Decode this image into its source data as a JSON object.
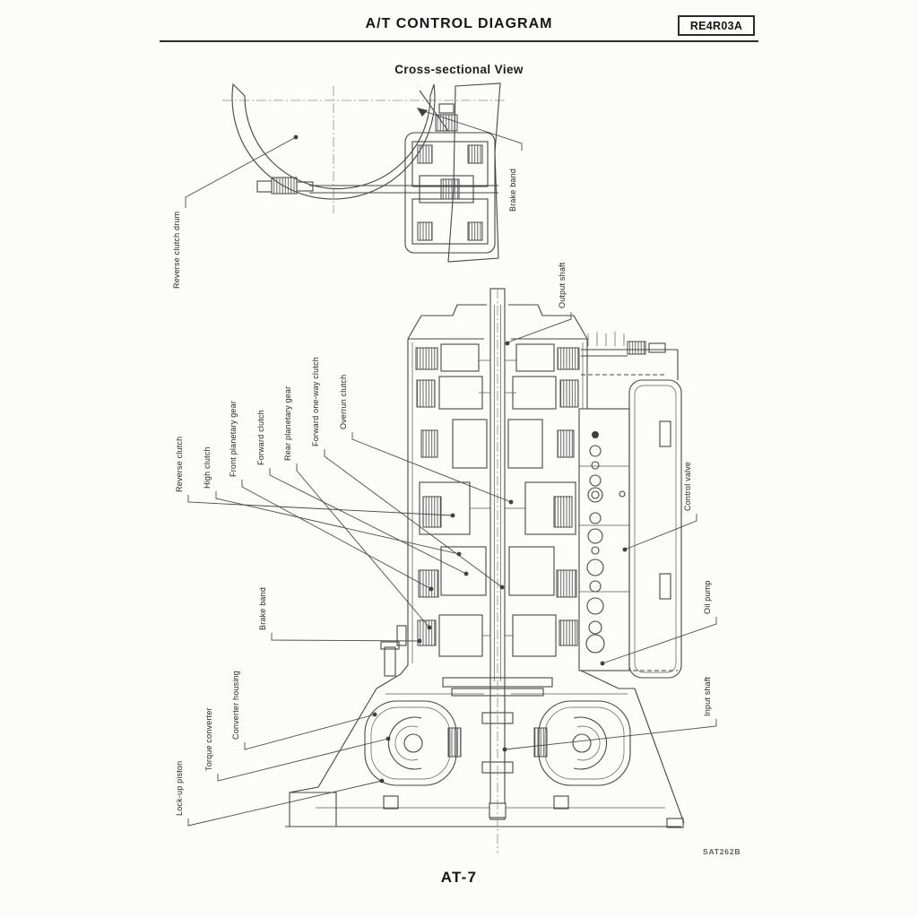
{
  "page": {
    "title": "A/T CONTROL DIAGRAM",
    "model_code": "RE4R03A",
    "figure_title": "Cross-sectional View",
    "figure_ref": "SAT262B",
    "page_number": "AT-7"
  },
  "labels": {
    "reverse_clutch_drum": "Reverse clutch drum",
    "brake_band_upper": "Brake band",
    "output_shaft": "Output shaft",
    "reverse_clutch": "Reverse clutch",
    "high_clutch": "High clutch",
    "front_planetary_gear": "Front planetary gear",
    "forward_clutch": "Forward clutch",
    "rear_planetary_gear": "Rear planetary gear",
    "forward_one_way_clutch": "Forward one-way clutch",
    "overrun_clutch": "Overrun clutch",
    "control_valve": "Control valve",
    "brake_band_lower": "Brake band",
    "oil_pump": "Oil pump",
    "input_shaft": "Input shaft",
    "converter_housing": "Converter housing",
    "torque_converter": "Torque converter",
    "lock_up_piston": "Lock-up piston"
  }
}
